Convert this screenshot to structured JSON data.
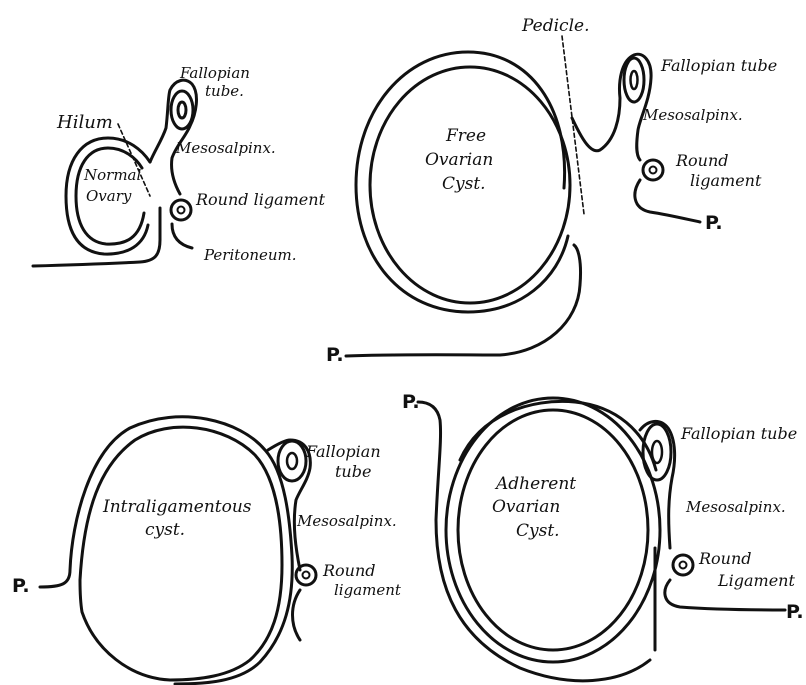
{
  "diagrams": {
    "normal": {
      "hilum": "Hilum",
      "fallopian_1": "Fallopian",
      "fallopian_2": "tube.",
      "mesosalpinx": "Mesosalpinx.",
      "ovary_1": "Normal",
      "ovary_2": "Ovary",
      "round_ligament": "Round ligament",
      "peritoneum": "Peritoneum."
    },
    "free": {
      "pedicle": "Pedicle.",
      "cyst_1": "Free",
      "cyst_2": "Ovarian",
      "cyst_3": "Cyst.",
      "fallopian": "Fallopian tube",
      "mesosalpinx": "Mesosalpinx.",
      "round_1": "Round",
      "round_2": "ligament",
      "p_right": "P.",
      "p_left": "P."
    },
    "intraligamentous": {
      "cyst_1": "Intraligamentous",
      "cyst_2": "cyst.",
      "fallopian_1": "Fallopian",
      "fallopian_2": "tube",
      "mesosalpinx": "Mesosalpinx.",
      "round_1": "Round",
      "round_2": "ligament",
      "p": "P."
    },
    "adherent": {
      "cyst_1": "Adherent",
      "cyst_2": "Ovarian",
      "cyst_3": "Cyst.",
      "fallopian": "Fallopian tube",
      "mesosalpinx": "Mesosalpinx.",
      "round_1": "Round",
      "round_2": "Ligament",
      "p_top": "P.",
      "p_right": "P."
    }
  }
}
